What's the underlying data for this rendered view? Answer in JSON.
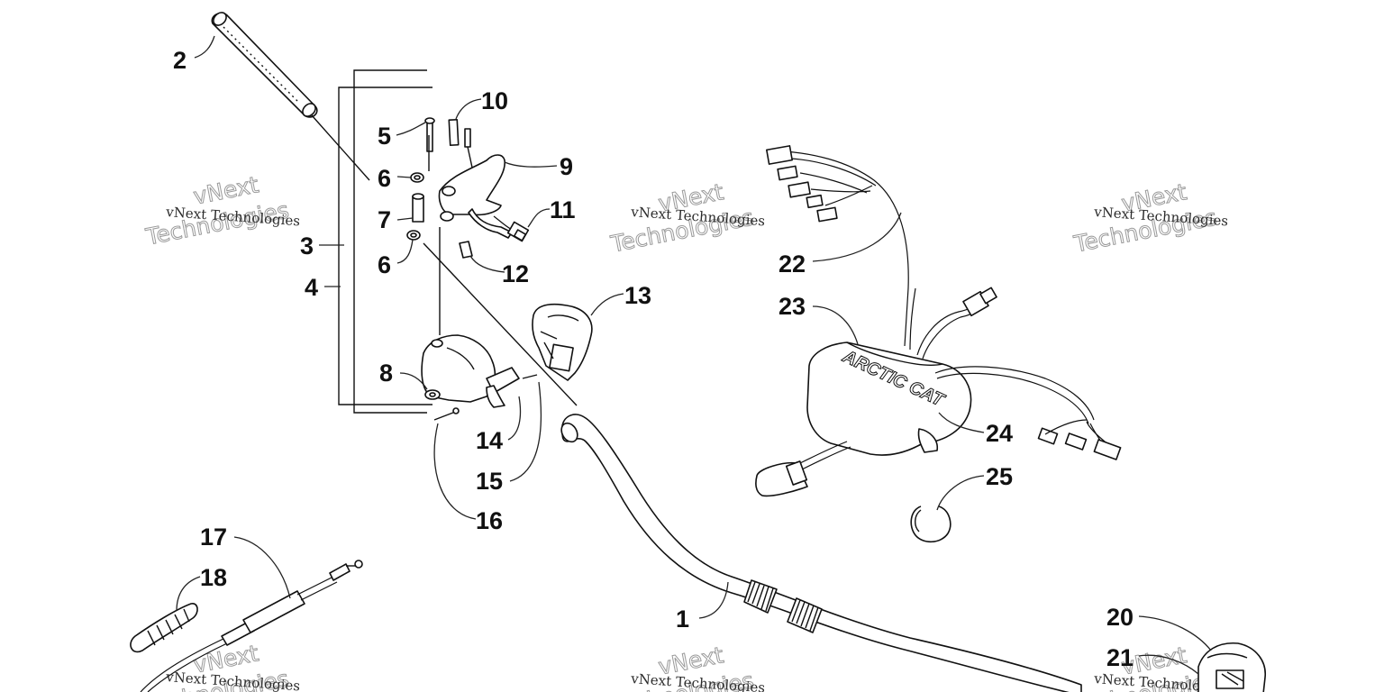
{
  "diagram": {
    "callouts": [
      "1",
      "2",
      "3",
      "4",
      "5",
      "6",
      "7",
      "6",
      "8",
      "9",
      "10",
      "11",
      "12",
      "13",
      "14",
      "15",
      "16",
      "17",
      "18",
      "20",
      "21",
      "22",
      "23",
      "24",
      "25"
    ],
    "brand_text": "ARCTIC CAT",
    "watermarks": [
      {
        "small": "vNext Technologies",
        "big_top": "vNext",
        "big_bottom": "Technologies"
      },
      {
        "small": "vNext Technologies",
        "big_top": "vNext",
        "big_bottom": "Technologies"
      },
      {
        "small": "vNext Technologies",
        "big_top": "vNext",
        "big_bottom": "Technologies"
      },
      {
        "small": "vNext Technologies",
        "big_top": "vNext",
        "big_bottom": "Technologies"
      },
      {
        "small": "vNext Technologies",
        "big_top": "vNext",
        "big_bottom": "Technologies"
      },
      {
        "small": "vNext Technologies",
        "big_top": "vNext",
        "big_bottom": "Technologies"
      }
    ]
  }
}
